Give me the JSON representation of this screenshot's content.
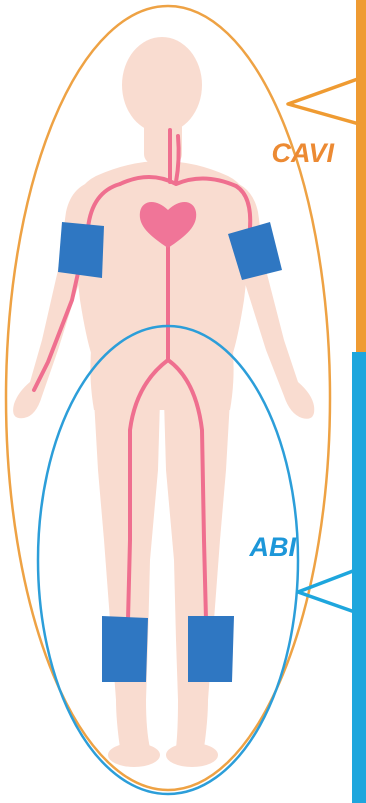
{
  "labels": {
    "cavi": "CAVI",
    "abi": "ABI"
  },
  "colors": {
    "background": "#ffffff",
    "body_silhouette": "#f9dcd0",
    "artery": "#ef6f8f",
    "heart": "#f07598",
    "cuff": "#2f77c2",
    "cavi_outline": "#eea244",
    "cavi_label": "#ec8a33",
    "abi_outline": "#2c9ed9",
    "abi_label": "#1d97d9",
    "right_panel_orange": "#ef9b32",
    "right_panel_blue": "#1ea6dd"
  },
  "icons": {
    "heart": "heart-icon",
    "body": "human-body-silhouette",
    "cuff": "blood-pressure-cuff-icon"
  }
}
